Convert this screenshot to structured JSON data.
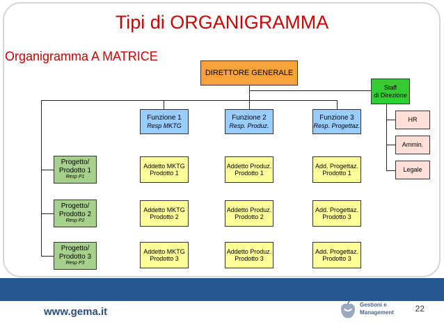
{
  "slide": {
    "title": "Tipi di ORGANIGRAMMA",
    "subtitle": "Organigramma A MATRICE",
    "footer_url": "www.gema.it",
    "page_number": "22",
    "logo_text_1": "Gestioni e",
    "logo_text_2": "Management"
  },
  "org": {
    "director": "DIRETTORE GENERALE",
    "staff": [
      "Staff",
      "di Direzione"
    ],
    "staff_units": [
      "HR",
      "Ammin.",
      "Legale"
    ],
    "functions": [
      {
        "name": "Funzione 1",
        "resp": "Resp MKTG"
      },
      {
        "name": "Funzione 2",
        "resp": "Resp. Produz."
      },
      {
        "name": "Funzione 3",
        "resp": "Resp. Progettaz."
      }
    ],
    "projects": [
      {
        "name1": "Progetto/",
        "name2": "Prodotto 1",
        "resp": "Resp P1"
      },
      {
        "name1": "Progetto/",
        "name2": "Prodotto 2",
        "resp": "Resp P2"
      },
      {
        "name1": "Progetto/",
        "name2": "Prodotto 3",
        "resp": "Resp P3"
      }
    ],
    "cells": [
      [
        [
          "Addetto MKTG",
          "Prodotto 1"
        ],
        [
          "Addetto Produz.",
          "Prodotto 1"
        ],
        [
          "Add. Progettaz.",
          "Prodotto 1"
        ]
      ],
      [
        [
          "Addetto MKTG",
          "Prodotto 2"
        ],
        [
          "Addetto Produz.",
          "Prodotto 2"
        ],
        [
          "Add. Progettaz.",
          "Prodotto 3"
        ]
      ],
      [
        [
          "Addetto MKTG",
          "Prodotto 3"
        ],
        [
          "Addetto Produz.",
          "Prodotto 3"
        ],
        [
          "Add. Progettaz.",
          "Prodotto 3"
        ]
      ]
    ],
    "colors": {
      "director": "#f7a23b",
      "staff": "#33cc33",
      "function": "#99ccff",
      "project": "#a8d08d",
      "cell": "#ffff99",
      "staff_unit": "#ffe0d8"
    }
  }
}
